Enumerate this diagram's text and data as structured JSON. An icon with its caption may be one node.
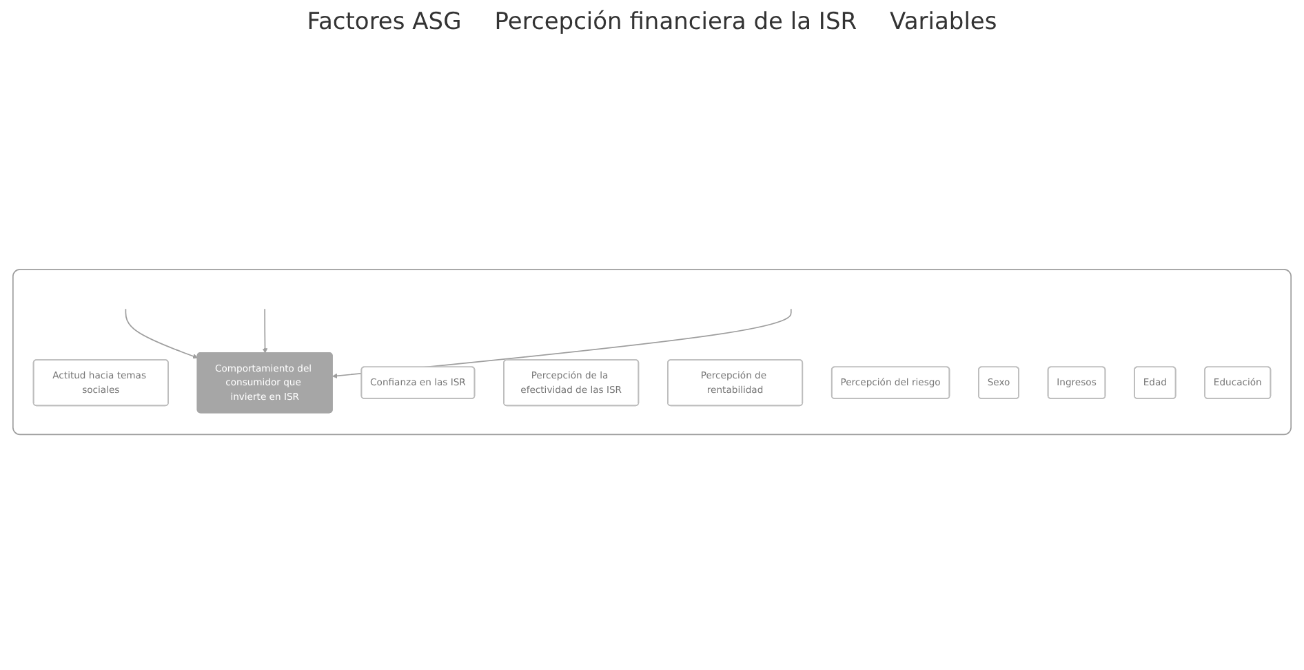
{
  "diagram": {
    "nodes": [
      {
        "text": [],
        "shape": "box"
      },
      {
        "text": [
          "Actitud hacia temas sociales"
        ],
        "in": 0
      },
      {
        "text": [
          "Confianza en las ISR"
        ],
        "in": 0
      },
      {
        "text": [
          "Percepción de la efectividad de las ISR"
        ],
        "in": 0
      },
      {
        "text": [
          "Percepción de rentabilidad"
        ],
        "in": 0
      },
      {
        "text": [
          "Percepción del riesgo"
        ],
        "in": 0
      },
      {
        "text": [
          "Sexo"
        ],
        "in": 0
      },
      {
        "text": [
          "Ingresos"
        ],
        "in": 0
      },
      {
        "text": [
          "Edad"
        ],
        "in": 0
      },
      {
        "text": [
          "Educación"
        ],
        "in": 0
      },
      {
        "text": [
          "Comportamiento del consumidor que invierte en ISR"
        ],
        "in": 0
      }
    ],
    "edges": [
      {
        "from": null,
        "to": 10,
        "arrow": "to"
      },
      {
        "from": null,
        "to": 10,
        "arrow": "to"
      },
      {
        "from": null,
        "to": 10,
        "arrow": "to"
      }
    ],
    "labels": [
      "Factores ASG",
      "Percepción financiera de la ISR",
      "Variables"
    ]
  }
}
